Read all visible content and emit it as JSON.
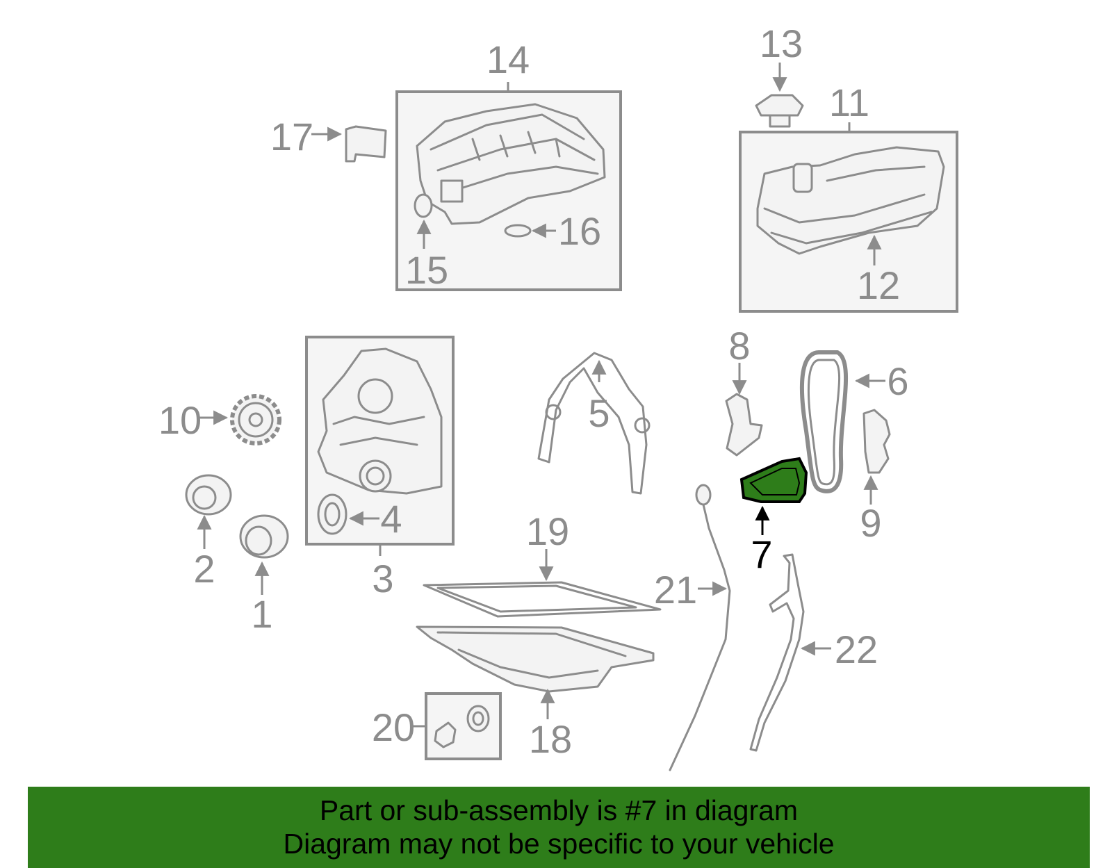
{
  "diagram": {
    "selected_part": "7",
    "colors": {
      "highlight": "#2e7d1a",
      "line": "#8c8c8c",
      "box_fill": "#f5f5f5",
      "banner": "#2e7d1a"
    },
    "callouts": {
      "c1": "1",
      "c2": "2",
      "c3": "3",
      "c4": "4",
      "c5": "5",
      "c6": "6",
      "c7": "7",
      "c8": "8",
      "c9": "9",
      "c10": "10",
      "c11": "11",
      "c12": "12",
      "c13": "13",
      "c14": "14",
      "c15": "15",
      "c16": "16",
      "c17": "17",
      "c18": "18",
      "c19": "19",
      "c20": "20",
      "c21": "21",
      "c22": "22"
    }
  },
  "banner": {
    "line1": "Part or sub-assembly is #7 in diagram",
    "line2": "Diagram may not be specific to your vehicle"
  }
}
